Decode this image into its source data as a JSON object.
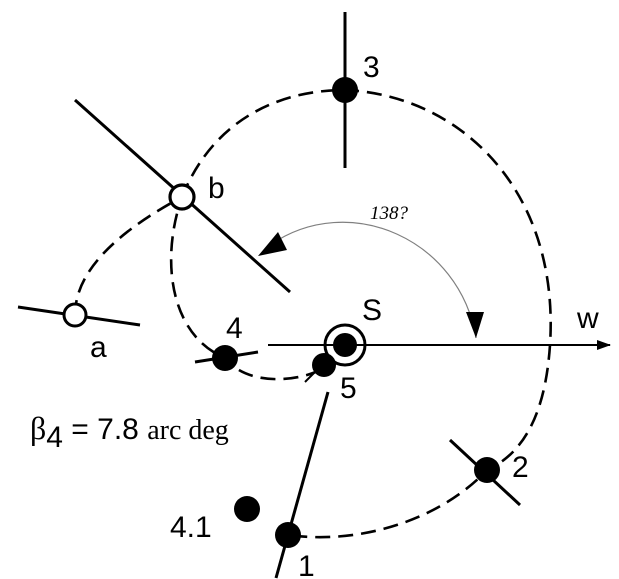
{
  "labels": {
    "pt_1": "1",
    "pt_2": "2",
    "pt_3": "3",
    "pt_4": "4",
    "pt_4_1": "4.1",
    "pt_5": "5",
    "pt_a": "a",
    "pt_b": "b",
    "center_s": "S",
    "axis_w": "w",
    "angle": "138?",
    "beta_symbol": "β",
    "beta_sub": "4",
    "beta_value": " = 7.8 ",
    "beta_unit": "arc deg"
  },
  "colors": {
    "ink": "#000000",
    "angle_arc": "#808080",
    "background": "#ffffff"
  }
}
